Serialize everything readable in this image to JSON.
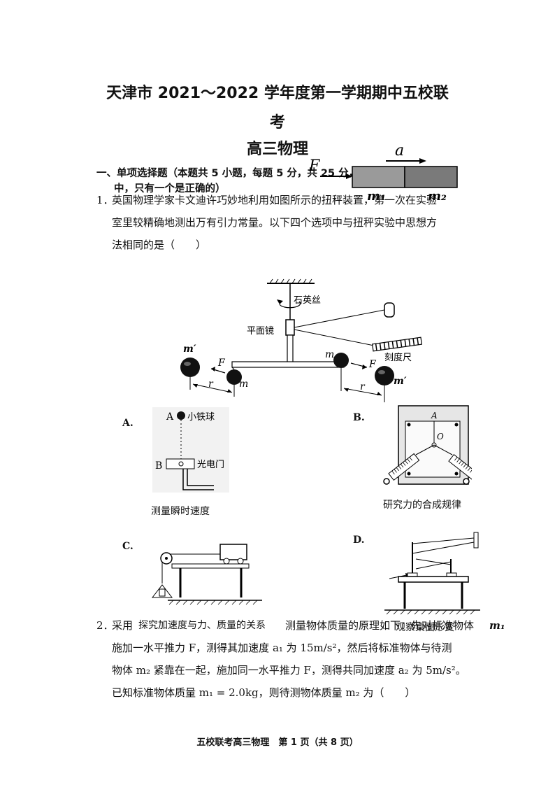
{
  "header": {
    "title_line1": "天津市 2021～2022 学年度第一学期期中五校联",
    "title_line2": "考",
    "subject": "高三物理"
  },
  "section1": {
    "heading_line1": "一、单项选择题（本题共 5 小题，每题 5 分，共 25 分，每小题的四个选项",
    "heading_line2": "中，只有一个是正确的）"
  },
  "q1": {
    "number": "1．",
    "line1": "英国物理学家卡文迪许巧妙地利用如图所示的扭秤装置，第一次在实验",
    "line2": "室里较精确地测出万有引力常量。以下四个选项中与扭秤实验中思想方",
    "line3": "法相同的是（　　）",
    "figure": {
      "label_quartz": "石英丝",
      "label_mirror": "平面镜",
      "label_scale": "刻度尺",
      "label_mprime": "m′",
      "label_m": "m",
      "label_F": "F",
      "label_r": "r"
    },
    "options": {
      "A": {
        "letter": "A.",
        "caption": "测量瞬时速度",
        "label_A": "A",
        "label_ball": "小铁球",
        "label_B": "B",
        "label_gate": "光电门"
      },
      "B": {
        "letter": "B.",
        "caption": "研究力的合成规律",
        "label_A": "A",
        "label_O": "O"
      },
      "C": {
        "letter": "C.",
        "caption": "探究加速度与力、质量的关系"
      },
      "D": {
        "letter": "D.",
        "caption": "观察桌面形变"
      }
    }
  },
  "q2": {
    "number": "2．",
    "line1_a": "采用",
    "line1_b": "测量物体质量的原理如下：先对标准物体",
    "line1_m1": "m₁",
    "line2": "施加一水平推力 F，测得其加速度 a₁ 为 15m/s²，然后将标准物体与待测",
    "line3": "物体 m₂ 紧靠在一起，施加同一水平推力 F，测得共同加速度 a₂ 为 5m/s²。",
    "line4": "已知标准物体质量 m₁ = 2.0kg，则待测物体质量 m₂ 为（　　）",
    "figure": {
      "label_F": "F",
      "label_a": "a",
      "label_m1": "m₁",
      "label_m2": "m₂"
    }
  },
  "footer": {
    "text": "五校联考高三物理　第 1 页（共 8 页）"
  }
}
